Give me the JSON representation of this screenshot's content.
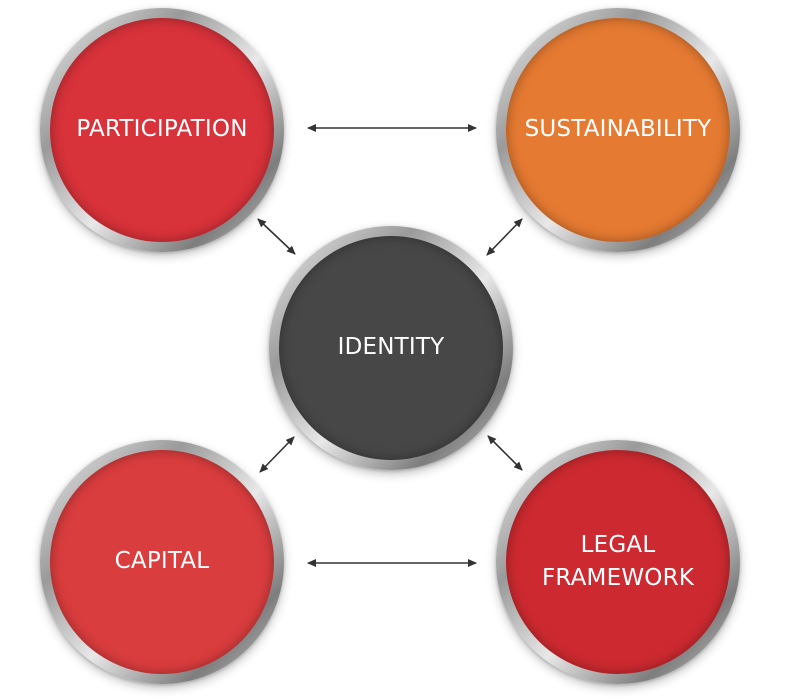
{
  "nodes": {
    "participation": {
      "label": "PARTICIPATION",
      "color": "#d8323a"
    },
    "sustainability": {
      "label": "SUSTAINABILITY",
      "color": "#e57a32"
    },
    "identity": {
      "label": "IDENTITY",
      "color": "#474747"
    },
    "capital": {
      "label": "CAPITAL",
      "color": "#da3d3e"
    },
    "legal_framework": {
      "label": "LEGAL\nFRAMEWORK",
      "color": "#cc2a30"
    }
  },
  "connections": [
    {
      "from": "participation",
      "to": "sustainability",
      "type": "bidirectional"
    },
    {
      "from": "capital",
      "to": "legal_framework",
      "type": "bidirectional"
    },
    {
      "from": "participation",
      "to": "identity",
      "type": "bidirectional"
    },
    {
      "from": "sustainability",
      "to": "identity",
      "type": "bidirectional"
    },
    {
      "from": "capital",
      "to": "identity",
      "type": "bidirectional"
    },
    {
      "from": "legal_framework",
      "to": "identity",
      "type": "bidirectional"
    }
  ],
  "arrow_color": "#333333"
}
